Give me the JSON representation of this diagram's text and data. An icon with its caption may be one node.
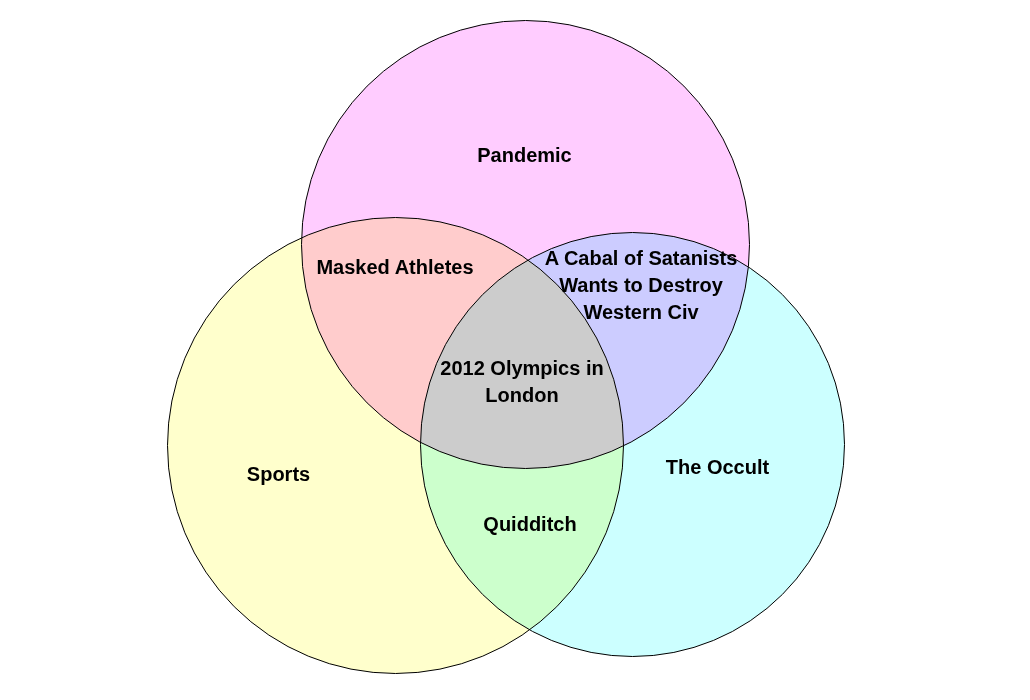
{
  "diagram": {
    "nodes": [
      {
        "text": [
          "Pandemic"
        ]
      },
      {
        "text": [
          "Sports"
        ]
      },
      {
        "text": [
          "The Occult"
        ]
      }
    ],
    "labels": [
      "Masked Athletes",
      "A Cabal of Satanists Wants to Destroy Western Civ",
      "2012 Olympics in London",
      "Quidditch"
    ]
  }
}
